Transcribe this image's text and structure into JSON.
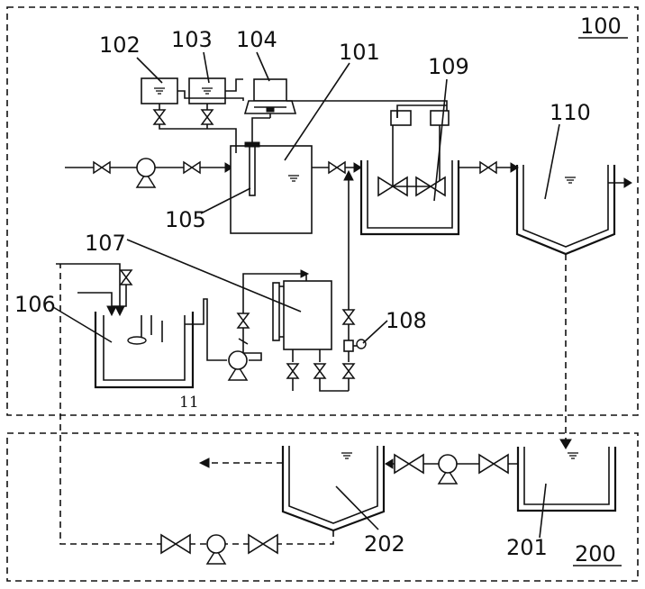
{
  "labels": {
    "system_100": "100",
    "system_200": "200",
    "u101": "101",
    "u102": "102",
    "u103": "103",
    "u104": "104",
    "u105": "105",
    "u106": "106",
    "u107": "107",
    "u108": "108",
    "u109": "109",
    "u110": "110",
    "u201": "201",
    "u202": "202",
    "u11": "11"
  }
}
